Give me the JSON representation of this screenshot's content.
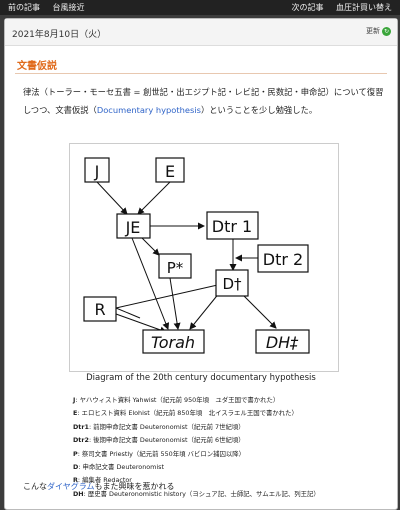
{
  "nav": {
    "prev": "前の記事",
    "prev_title": "台風接近",
    "next": "次の記事",
    "next_title": "血圧計買い替え"
  },
  "post": {
    "date": "2021年8月10日（火）",
    "update_label": "更新",
    "title": "文書仮説",
    "intro_a": "律法（トーラー・モーセ五書 = 創世記・出エジプト記・レビ記・民数記・申命記）について復習しつつ、文書仮説（",
    "intro_link": "Documentary hypothesis",
    "intro_b": "）ということを少し勉強した。"
  },
  "figure": {
    "caption": "Diagram of the 20th century documentary hypothesis",
    "nodes": [
      {
        "id": "J",
        "label": "J"
      },
      {
        "id": "E",
        "label": "E"
      },
      {
        "id": "JE",
        "label": "JE"
      },
      {
        "id": "Dtr1",
        "label": "Dtr 1"
      },
      {
        "id": "P",
        "label": "P*"
      },
      {
        "id": "Dtr2",
        "label": "Dtr 2"
      },
      {
        "id": "D",
        "label": "D†"
      },
      {
        "id": "R",
        "label": "R"
      },
      {
        "id": "Torah",
        "label": "Torah"
      },
      {
        "id": "DH",
        "label": "DH‡"
      }
    ]
  },
  "legend": [
    {
      "key": "J",
      "text": ": ヤハウィスト資料 Yahwist（紀元前 950年頃　ユダ王国で書かれた）"
    },
    {
      "key": "E",
      "text": ": エロヒスト資料 Elohist（紀元前 850年頃　北イスラエル王国で書かれた）"
    },
    {
      "key": "Dtr1",
      "text": ": 前期申命記文書 Deuteronomist（紀元前 7世紀頃）"
    },
    {
      "key": "Dtr2",
      "text": ": 後期申命記文書 Deuteronomist（紀元前 6世紀頃）"
    },
    {
      "key": "P",
      "text": ": 祭司文書 Priestly（紀元前 550年頃 バビロン捕囚以降）"
    },
    {
      "key": "D",
      "text": ": 申命記文書 Deuteronomist"
    },
    {
      "key": "R",
      "text": ": 編集者 Redactor"
    },
    {
      "key": "DH",
      "text": ": 歴史書 Deuteronomistic history（ヨシュア記、士師記、サムエル記、列王記）"
    }
  ],
  "footer": {
    "text_a": "こんな",
    "link": "ダイヤグラム",
    "text_b": "もまた興味を惹かれる"
  }
}
